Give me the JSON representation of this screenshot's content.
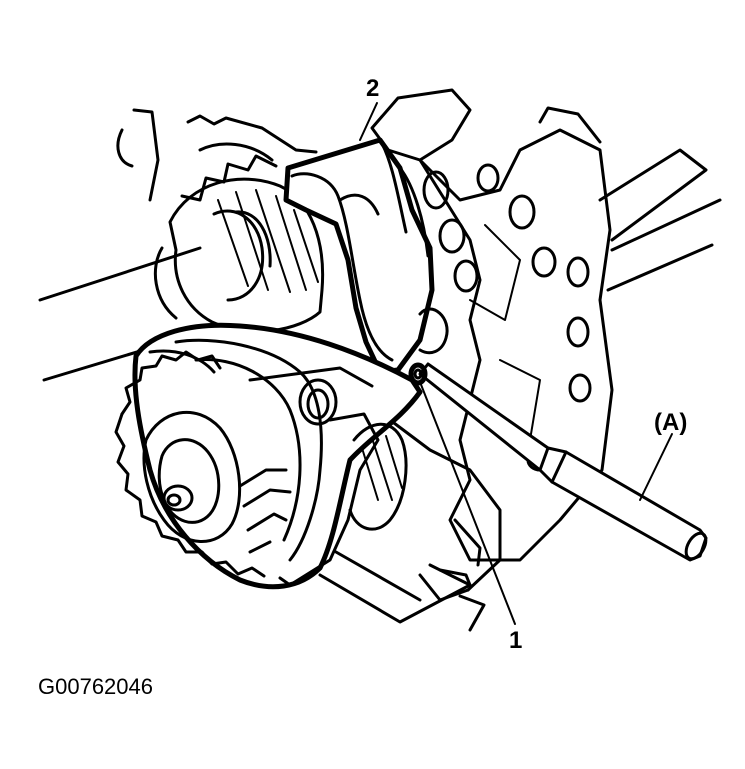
{
  "callouts": {
    "part_1": "1",
    "part_2": "2",
    "tool_a": "(A)"
  },
  "figure_id": "G00762046",
  "colors": {
    "line": "#000000",
    "background": "#ffffff"
  }
}
